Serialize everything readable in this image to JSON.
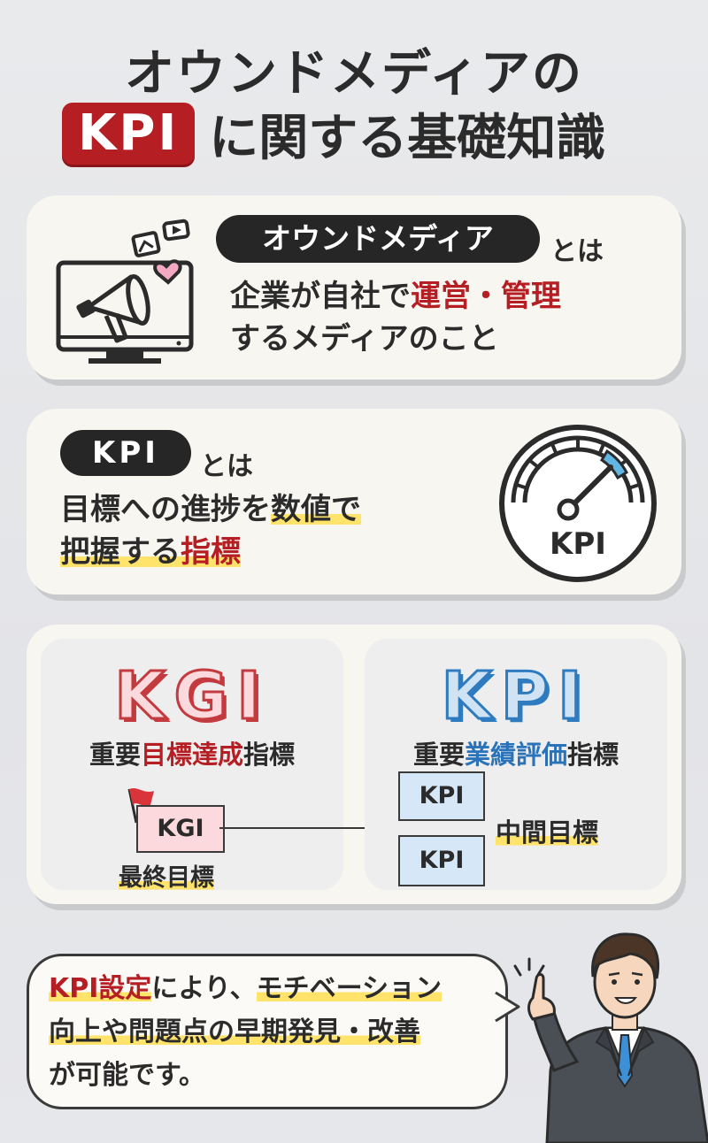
{
  "title": {
    "line1": "オウンドメディアの",
    "badge": "KPI",
    "line2": "に関する基礎知識"
  },
  "owned_media": {
    "pill": "オウンドメディア",
    "towa": "とは",
    "line1_prefix": "企業が自社で",
    "line1_red": "運営・管理",
    "line2": "するメディアのこと"
  },
  "kpi_def": {
    "pill": "KPI",
    "towa": "とは",
    "line1_a": "目標への進捗を",
    "line1_b": "数値で",
    "line2_a": "把握する",
    "line2_b": "指標",
    "gauge_label": "KPI"
  },
  "kgi_panel": {
    "big": "KGI",
    "sub_prefix": "重要",
    "sub_red": "目標達成",
    "sub_suffix": "指標",
    "box": "KGI",
    "caption": "最終目標"
  },
  "kpi_panel": {
    "big": "KPI",
    "sub_prefix": "重要",
    "sub_blue": "業績評価",
    "sub_suffix": "指標",
    "box1": "KPI",
    "box2": "KPI",
    "caption": "中間目標"
  },
  "bubble": {
    "l1_red": "KPI設定",
    "l1_a": "により、",
    "l1_hl": "モチベーション",
    "l2_hl": "向上や問題点の早期発見・改善",
    "l3": "が可能です。"
  },
  "colors": {
    "accent_red": "#b51f24",
    "accent_blue": "#2a73b8",
    "highlight": "#ffe36a",
    "dark": "#262626"
  }
}
